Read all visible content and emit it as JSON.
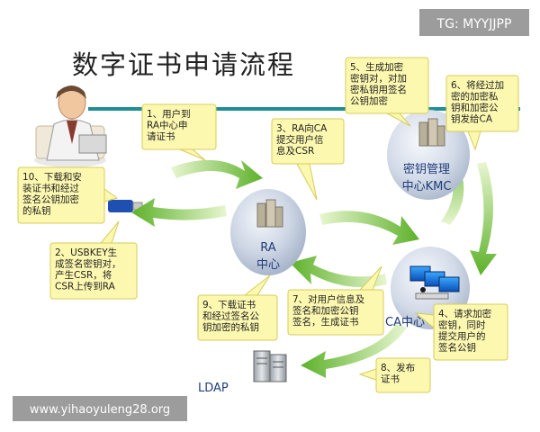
{
  "title": "数字证书申请流程",
  "watermark_top": "TG: MYYJJPP",
  "watermark_bottom": "www.yihaoyuleng28.org",
  "nodes": {
    "ra": [
      "RA",
      "中心"
    ],
    "kmc": [
      "密钥管理",
      "中心KMC"
    ],
    "ca": "CA中心",
    "ldap": "LDAP"
  },
  "steps": [
    {
      "id": 1,
      "lines": [
        "1、用户到",
        "RA中心申",
        "请证书"
      ]
    },
    {
      "id": 2,
      "lines": [
        "2、USBKEY生",
        "成签名密钥对，",
        "产生CSR，将",
        "CSR上传到RA"
      ]
    },
    {
      "id": 3,
      "lines": [
        "3、RA向CA",
        "提交用户信",
        "息及CSR"
      ]
    },
    {
      "id": 4,
      "lines": [
        "4、请求加密",
        "密钥，同时",
        "提交用户的",
        "签名公钥"
      ]
    },
    {
      "id": 5,
      "lines": [
        "5、生成加密",
        "密钥对，对加",
        "密私钥用签名",
        "公钥加密"
      ]
    },
    {
      "id": 6,
      "lines": [
        "6、将经过加",
        "密的加密私",
        "钥和加密公",
        "钥发给CA"
      ]
    },
    {
      "id": 7,
      "lines": [
        "7、对用户信息及",
        "签名和加密公钥",
        "签名，生成证书"
      ]
    },
    {
      "id": 8,
      "lines": [
        "8、发布",
        "证书"
      ]
    },
    {
      "id": 9,
      "lines": [
        "9、下载证书",
        "和经过签名公",
        "钥加密的私钥"
      ]
    },
    {
      "id": 10,
      "lines": [
        "10、下载和安",
        "装证书和经过",
        "签名公钥加密",
        "的私钥"
      ]
    }
  ],
  "colors": {
    "callout_fill": "#fdf8b0",
    "callout_stroke": "#d6cc5a",
    "arrow_green": "#6fbf2e",
    "teal_line": "#1f8f95",
    "title": "#222222"
  }
}
